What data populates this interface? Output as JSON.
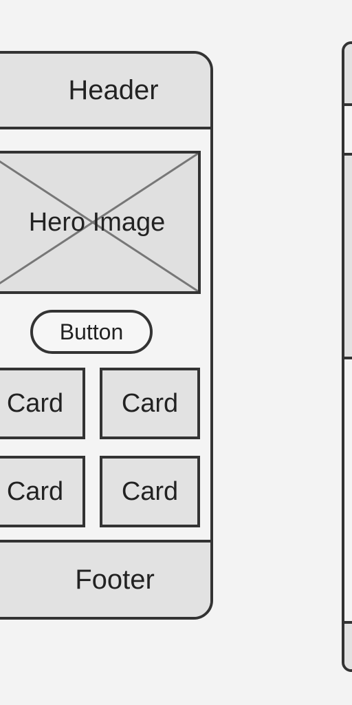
{
  "wireframe": {
    "header_label": "Header",
    "hero_label": "Hero Image",
    "button_label": "Button",
    "cards": [
      "Card",
      "Card",
      "Card",
      "Card"
    ],
    "footer_label": "Footer"
  },
  "colors": {
    "background": "#f3f3f3",
    "panel_fill": "#e2e2e2",
    "stroke": "#333333",
    "cross_line": "#777777"
  }
}
